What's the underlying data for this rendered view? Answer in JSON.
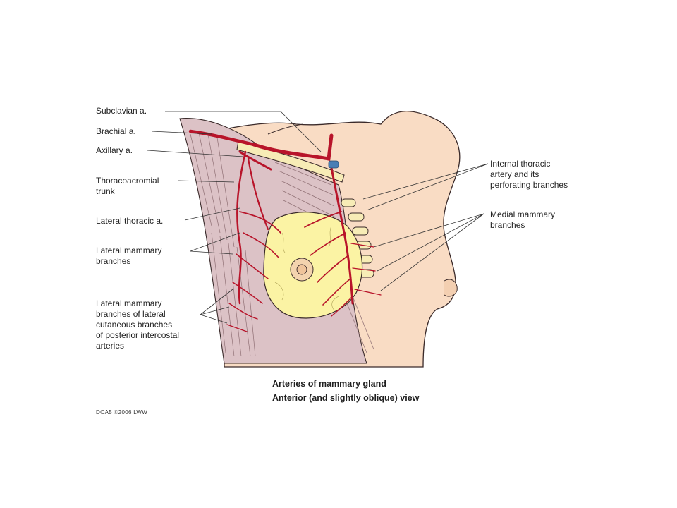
{
  "labels": {
    "subclavian": "Subclavian a.",
    "brachial": "Brachial a.",
    "axillary": "Axillary a.",
    "thoracoacromial": "Thoracoacromial\ntrunk",
    "lateral_thoracic": "Lateral thoracic a.",
    "lateral_mammary": "Lateral mammary\nbranches",
    "lateral_mammary_cutaneous": "Lateral mammary\nbranches of lateral\ncutaneous branches\nof posterior intercostal\narteries",
    "internal_thoracic": "Internal thoracic\nartery and its\nperforating branches",
    "medial_mammary": "Medial mammary\nbranches"
  },
  "caption": {
    "line1": "Arteries of mammary gland",
    "line2": "Anterior (and slightly oblique) view"
  },
  "credit": "DOA5 ©2006 LWW",
  "colors": {
    "skin": "#f9dcc4",
    "muscle": "#dcc2c6",
    "gland": "#fbf3a4",
    "artery": "#b8142a",
    "cartilage": "#f7ecb6",
    "vein": "#4a7fb5"
  }
}
